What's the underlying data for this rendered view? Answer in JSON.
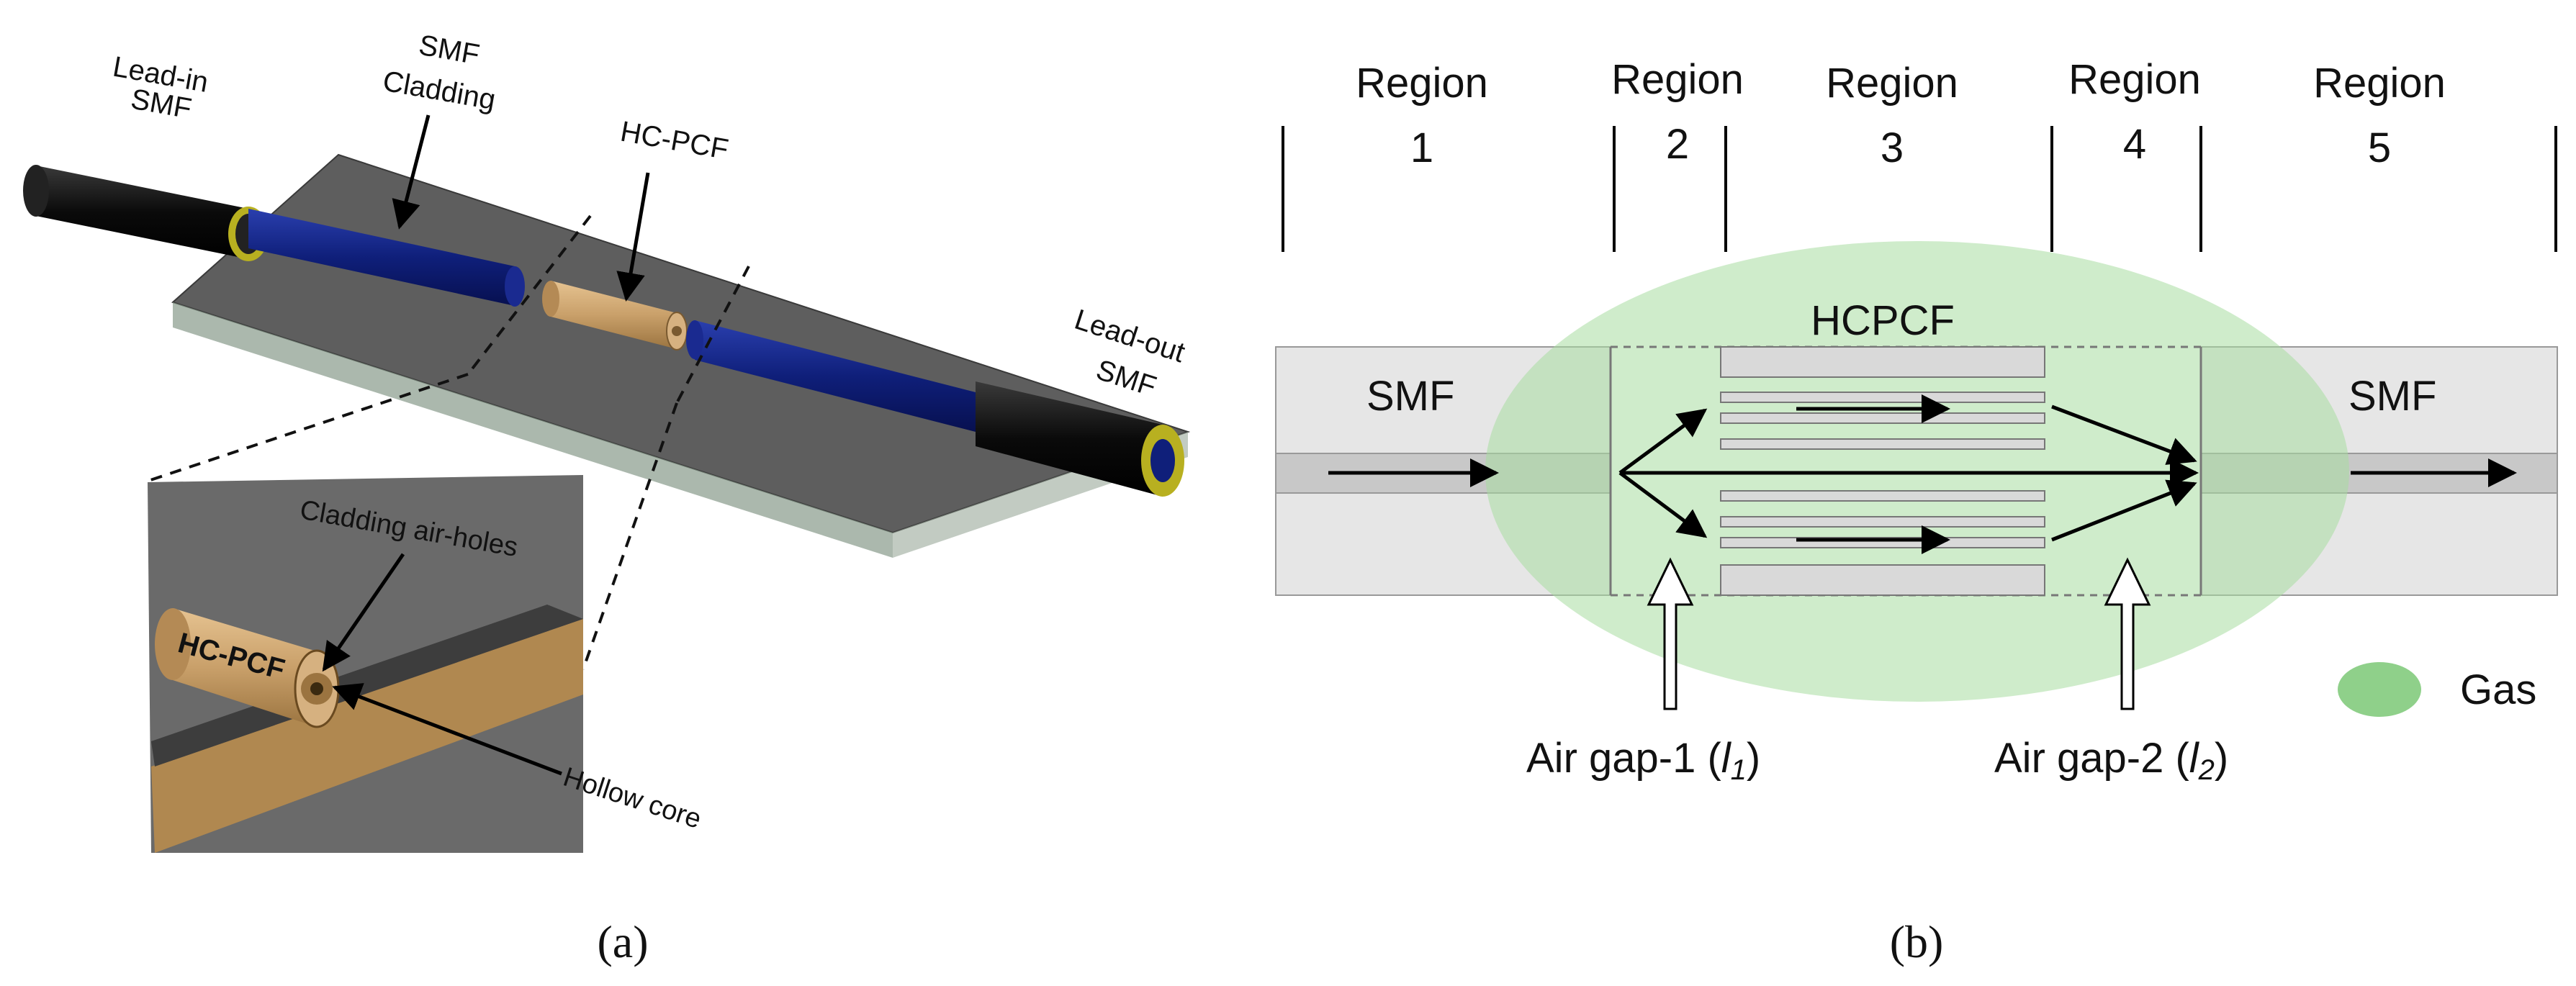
{
  "panel_a": {
    "caption": "(a)",
    "labels": {
      "lead_in_1": "Lead-in",
      "lead_in_2": "SMF",
      "smf_cladding_1": "SMF",
      "smf_cladding_2": "Cladding",
      "hcpcf_top": "HC-PCF",
      "lead_out_1": "Lead-out",
      "lead_out_2": "SMF",
      "cladding_air_holes": "Cladding air-holes",
      "hcpcf_inset": "HC-PCF",
      "hollow_core": "Hollow core"
    },
    "colors": {
      "fiber_jacket": "#111111",
      "ferrule_ring": "#b8b020",
      "smf_blue": "#0f1f7a",
      "hcpcf_tan": "#c9a06a",
      "substrate": "#5a5a5a",
      "inset_wedge": "#b08850"
    }
  },
  "panel_b": {
    "caption": "(b)",
    "regions": [
      {
        "word": "Region",
        "num": "1"
      },
      {
        "word": "Region",
        "num": "2"
      },
      {
        "word": "Region",
        "num": "3"
      },
      {
        "word": "Region",
        "num": "4"
      },
      {
        "word": "Region",
        "num": "5"
      }
    ],
    "labels": {
      "smf_left": "SMF",
      "smf_right": "SMF",
      "hcpcf": "HCPCF",
      "gas": "Gas",
      "air_gap_1": "Air gap-1 (",
      "air_gap_1_sym": "l",
      "air_gap_1_sub": "1",
      "air_gap_2": "Air gap-2 (",
      "air_gap_2_sym": "l",
      "air_gap_2_sub": "2",
      "close_paren": ")"
    },
    "colors": {
      "gas_ellipse": "#cfe8c6",
      "gas_legend": "#8fd08a",
      "fiber_cladding": "#e6e6e6",
      "fiber_core": "#c8c8c8",
      "dark_overlap": "#b8d0b0"
    }
  }
}
